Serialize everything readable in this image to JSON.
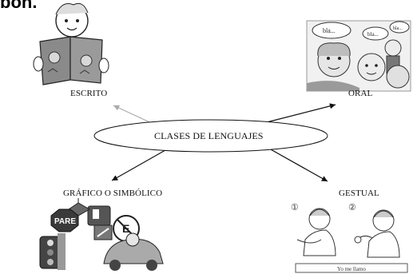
{
  "top_cut_text": "bon.",
  "center": {
    "label": "CLASES DE LENGUAJES"
  },
  "nodes": {
    "escrito": {
      "label": "ESCRITO",
      "icon": "child-reading-book-icon"
    },
    "oral": {
      "label": "ORAL",
      "icon": "children-talking-icon",
      "bubbles": [
        "bla...",
        "bla...",
        "bla..."
      ]
    },
    "grafico": {
      "label": "GRÁFICO O SIMBÓLICO",
      "icon": "traffic-signs-icon",
      "sign_pare": "PARE",
      "sign_e": "E"
    },
    "gestual": {
      "label": "GESTUAL",
      "icon": "sign-language-icon",
      "step1": "①",
      "step2": "②",
      "caption": "Yo me llamo"
    }
  }
}
